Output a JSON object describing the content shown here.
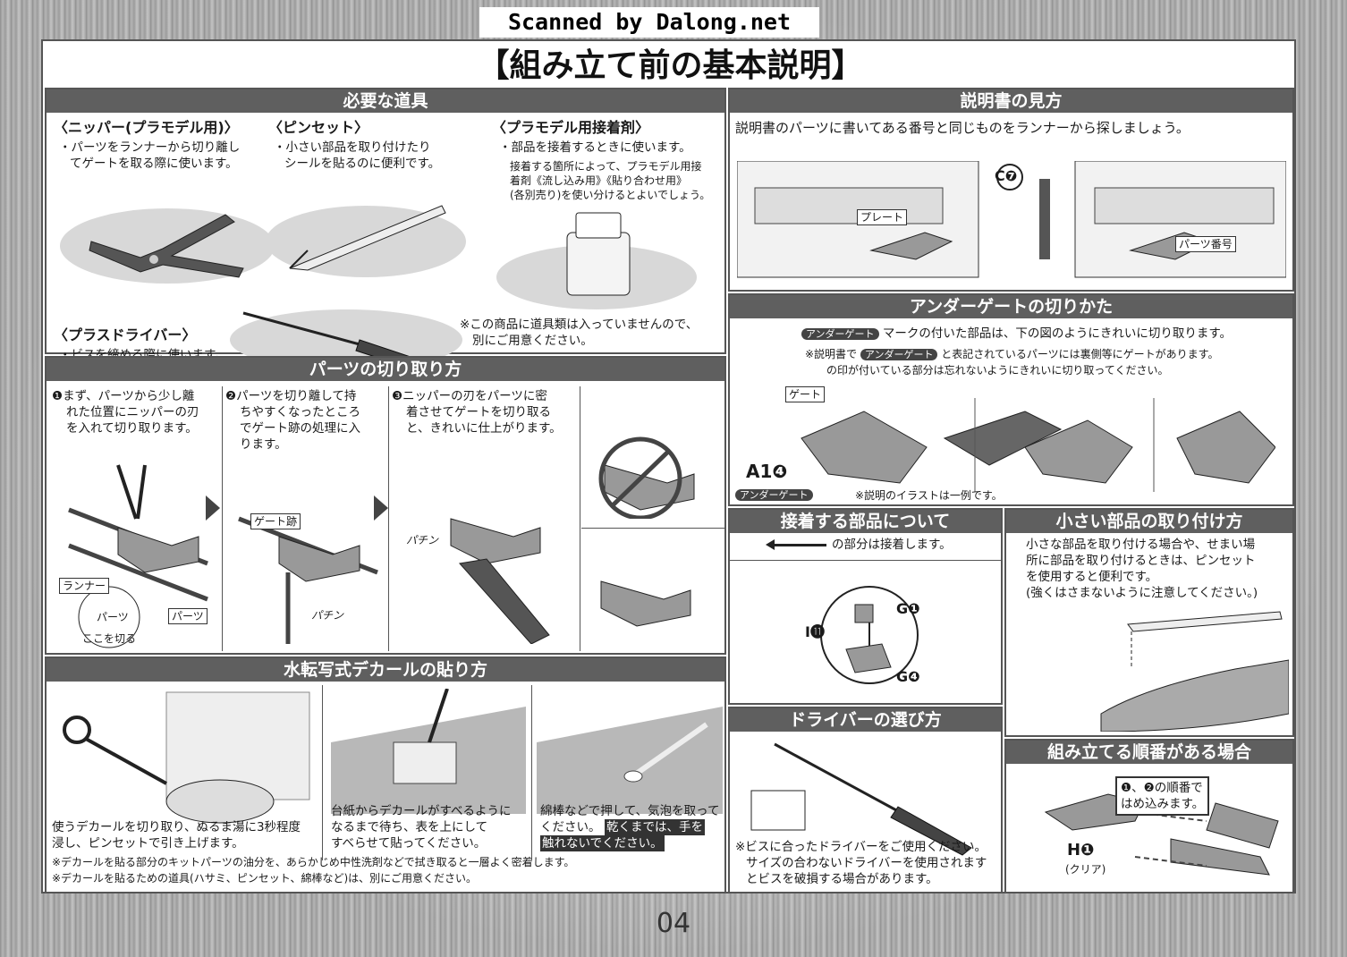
{
  "scan_label": "Scanned by Dalong.net",
  "title": "【組み立て前の基本説明】",
  "page_number": "04",
  "tools": {
    "header": "必要な道具",
    "nipper_title": "〈ニッパー(プラモデル用)〉",
    "nipper_desc1": "・パーツをランナーから切り離し",
    "nipper_desc2": "てゲートを取る際に使います。",
    "tweezer_title": "〈ピンセット〉",
    "tweezer_desc1": "・小さい部品を取り付けたり",
    "tweezer_desc2": "シールを貼るのに便利です。",
    "glue_title": "〈プラモデル用接着剤〉",
    "glue_desc1": "・部品を接着するときに使います。",
    "glue_note1": "接着する箇所によって、プラモデル用接",
    "glue_note2": "着剤《流し込み用》《貼り合わせ用》",
    "glue_note3": "(各別売り)を使い分けるとよいでしょう。",
    "driver_title": "〈プラスドライバー〉",
    "driver_desc": "・ビスを締める際に使います。",
    "not_included1": "※この商品に道具類は入っていませんので、",
    "not_included2": "別にご用意ください。"
  },
  "cutting": {
    "header": "パーツの切り取り方",
    "step1a": "❶まず、パーツから少し離",
    "step1b": "れた位置にニッパーの刃",
    "step1c": "を入れて切り取ります。",
    "step2a": "❷パーツを切り離して持",
    "step2b": "ちやすくなったところ",
    "step2c": "でゲート跡の処理に入",
    "step2d": "ります。",
    "step3a": "❸ニッパーの刃をパーツに密",
    "step3b": "着させてゲートを切り取る",
    "step3c": "と、きれいに仕上がります。",
    "label_runner": "ランナー",
    "label_parts": "パーツ",
    "label_parts2": "パーツ",
    "label_cut_here": "ここを切る",
    "label_gate_mark": "ゲート跡",
    "label_snap1": "パチン",
    "label_snap2": "パチン"
  },
  "decal": {
    "header": "水転写式デカールの貼り方",
    "cap1a": "使うデカールを切り取り、ぬるま湯に3秒程度",
    "cap1b": "浸し、ピンセットで引き上げます。",
    "cap2a": "台紙からデカールがすべるように",
    "cap2b": "なるまで待ち、表を上にして",
    "cap2c": "すべらせて貼ってください。",
    "cap3a": "綿棒などで押して、気泡を取って",
    "cap3b": "ください。",
    "cap3c": "乾くまでは、手を",
    "cap3d": "触れないでください。",
    "note1": "※デカールを貼る部分のキットパーツの油分を、あらかじめ中性洗剤などで拭き取ると一層よく密着します。",
    "note2": "※デカールを貼るための道具(ハサミ、ピンセット、綿棒など)は、別にご用意ください。"
  },
  "howto": {
    "header": "説明書の見方",
    "desc": "説明書のパーツに書いてある番号と同じものをランナーから探しましょう。",
    "label_plate": "プレート",
    "label_part_no": "パーツ番号",
    "callout": "C❼"
  },
  "undergate": {
    "header": "アンダーゲートの切りかた",
    "tag": "アンダーゲート",
    "line1": "マークの付いた部品は、下の図のようにきれいに切り取ります。",
    "line2a": "※説明書で",
    "line2b": "と表記されているパーツには裏側等にゲートがあります。",
    "line3": "の印が付いている部分は忘れないようにきれいに切り取ってください。",
    "label_gate": "ゲート",
    "part": "A1❹",
    "note": "※説明のイラストは一例です。"
  },
  "glue_parts": {
    "header": "接着する部品について",
    "desc": "の部分は接着します。",
    "label_i": "I⓫",
    "label_g1": "G❶",
    "label_g4": "G❹"
  },
  "small_parts": {
    "header": "小さい部品の取り付け方",
    "line1": "小さな部品を取り付ける場合や、せまい場",
    "line2": "所に部品を取り付けるときは、ピンセット",
    "line3": "を使用すると便利です。",
    "line4": "(強くはさまないように注意してください。)"
  },
  "driver": {
    "header": "ドライバーの選び方",
    "note1": "※ビスに合ったドライバーをご使用ください。",
    "note2": "サイズの合わないドライバーを使用されます",
    "note3": "とビスを破損する場合があります。"
  },
  "order": {
    "header": "組み立てる順番がある場合",
    "box1": "❶、❷の順番で",
    "box2": "はめ込みます。",
    "part": "H❶",
    "part_sub": "(クリア)"
  },
  "colors": {
    "header_bg": "#5f5f5f",
    "border": "#555555",
    "paper": "#ffffff"
  }
}
